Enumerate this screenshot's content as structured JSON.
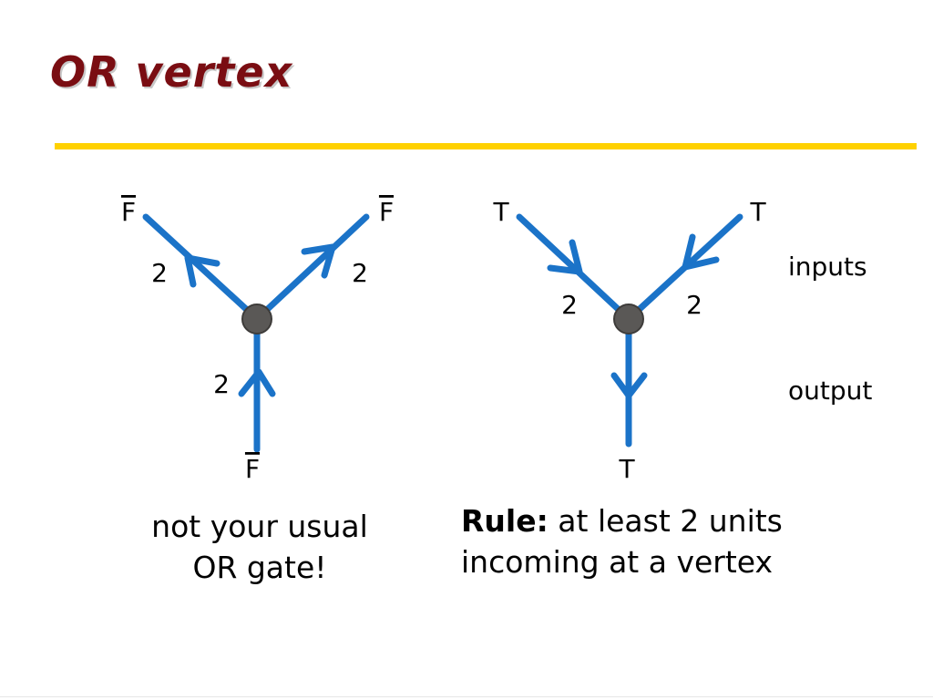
{
  "title": "OR vertex",
  "colors": {
    "title": "#7a0d12",
    "rule": "#ffd100",
    "edge": "#1b73c8",
    "vertex": "#5a5856"
  },
  "left_diagram": {
    "top_left_end": "F",
    "top_right_end": "F",
    "bottom_end": "F",
    "top_left_weight": "2",
    "top_right_weight": "2",
    "bottom_weight": "2"
  },
  "right_diagram": {
    "top_left_end": "T",
    "top_right_end": "T",
    "bottom_end": "T",
    "top_left_weight": "2",
    "top_right_weight": "2",
    "inputs_label": "inputs",
    "output_label": "output"
  },
  "captions": {
    "left_line1": "not your usual",
    "left_line2": "OR gate!",
    "rule_label": "Rule:",
    "rule_text_line1": " at least 2 units",
    "rule_text_line2": "incoming at a vertex"
  }
}
